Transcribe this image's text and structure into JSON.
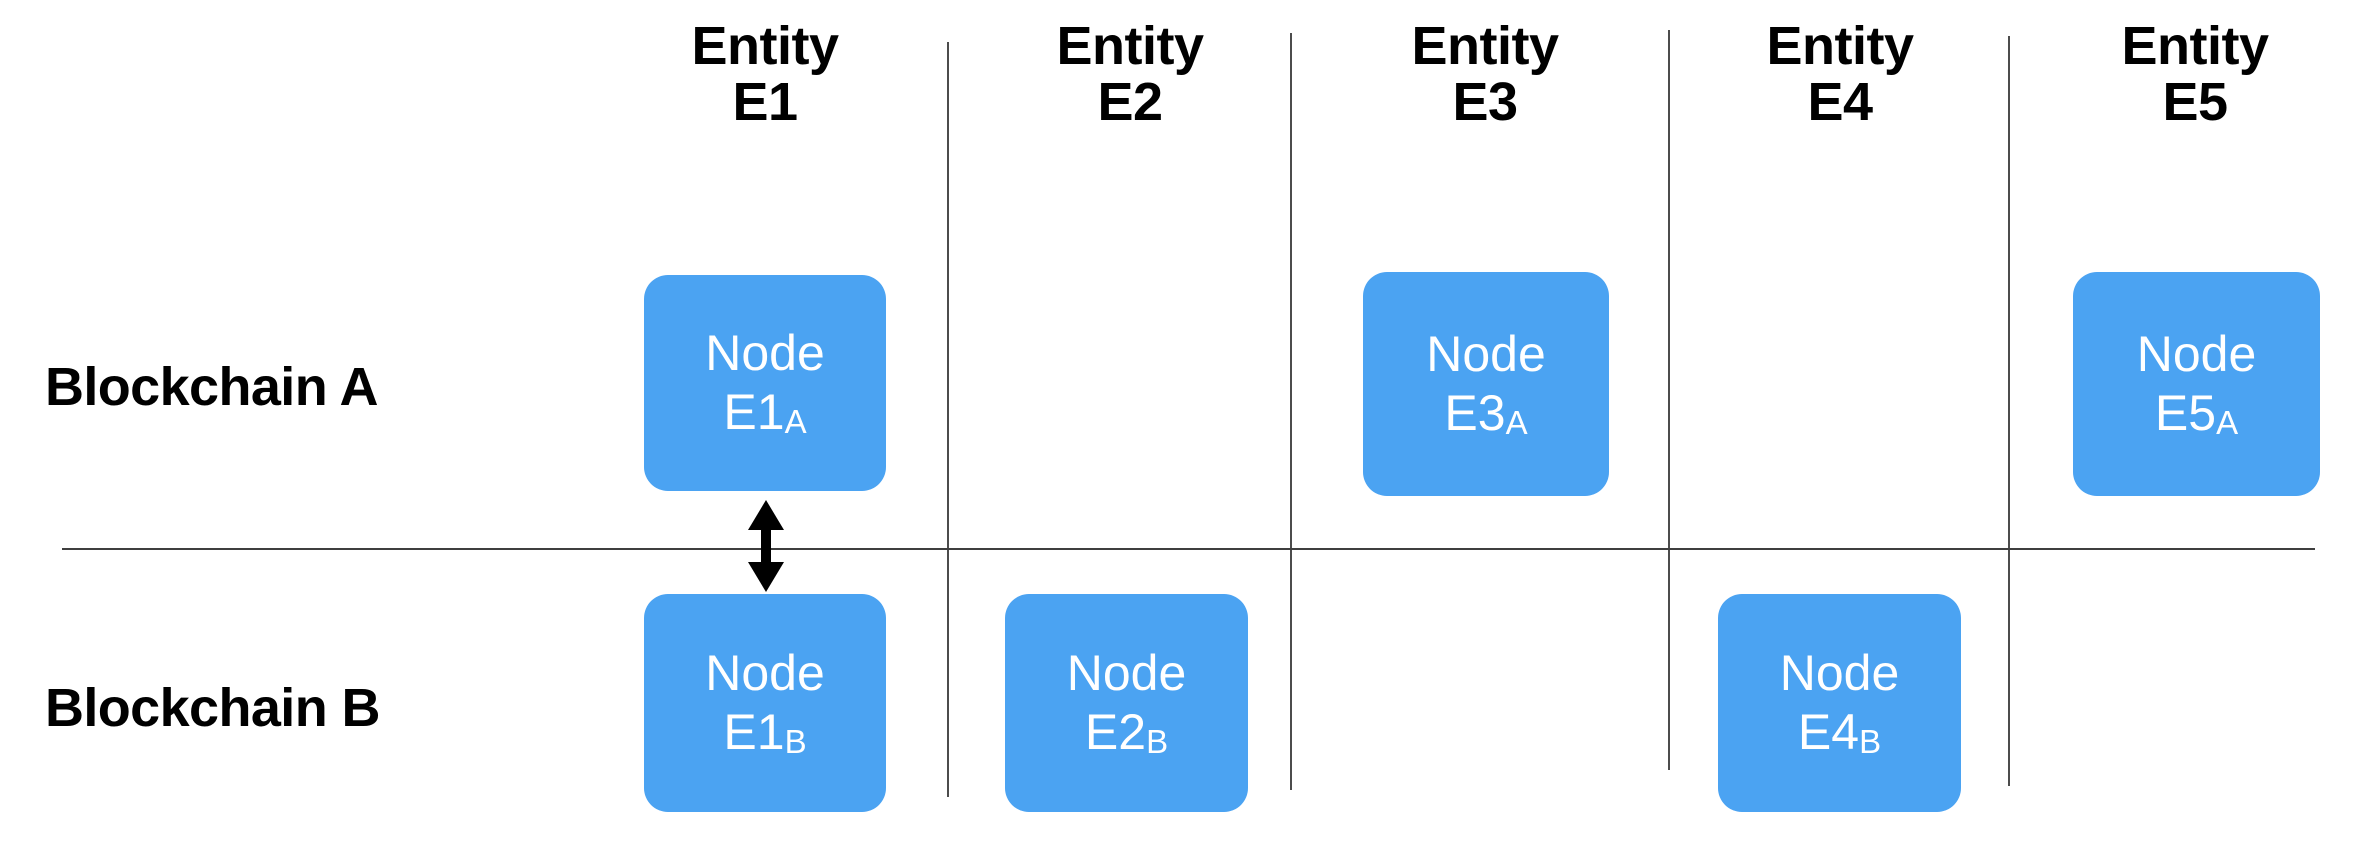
{
  "diagram": {
    "title": "Cross-blockchain entity node participation diagram",
    "background_color": "#ffffff",
    "node_color": "#4ba3f2",
    "node_text_color": "#ffffff",
    "divider_color": "#4c4c4c",
    "text_color": "#000000"
  },
  "columns": [
    {
      "label": "Entity\nE1",
      "name": "E1"
    },
    {
      "label": "Entity\nE2",
      "name": "E2"
    },
    {
      "label": "Entity\nE3",
      "name": "E3"
    },
    {
      "label": "Entity\nE4",
      "name": "E4"
    },
    {
      "label": "Entity\nE5",
      "name": "E5"
    }
  ],
  "rows": [
    {
      "label": "Blockchain A",
      "name": "A"
    },
    {
      "label": "Blockchain B",
      "name": "B"
    }
  ],
  "nodes": [
    {
      "word": "Node",
      "id": "E1",
      "sub": "A",
      "row": "A",
      "column": "E1"
    },
    {
      "word": "Node",
      "id": "E3",
      "sub": "A",
      "row": "A",
      "column": "E3"
    },
    {
      "word": "Node",
      "id": "E5",
      "sub": "A",
      "row": "A",
      "column": "E5"
    },
    {
      "word": "Node",
      "id": "E1",
      "sub": "B",
      "row": "B",
      "column": "E1"
    },
    {
      "word": "Node",
      "id": "E2",
      "sub": "B",
      "row": "B",
      "column": "E2"
    },
    {
      "word": "Node",
      "id": "E4",
      "sub": "B",
      "row": "B",
      "column": "E4"
    }
  ],
  "connectors": [
    {
      "name": "e1-cross-chain-link",
      "type": "double-headed-vertical-arrow",
      "from": "E1A",
      "to": "E1B"
    }
  ]
}
